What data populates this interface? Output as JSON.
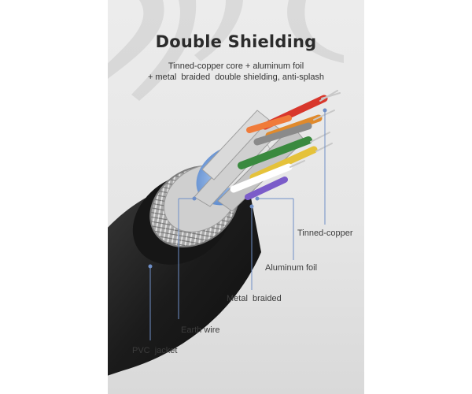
{
  "header": {
    "title": "Double Shielding",
    "subtitle_line1": "Tinned-copper core + aluminum foil",
    "subtitle_line2": "+ metal  braided  double shielding, anti-splash"
  },
  "callouts": {
    "tinned_copper": "Tinned-copper",
    "aluminum_foil": "Aluminum foil",
    "metal_braided": "Metal  braided",
    "earth_wire": "Earth wire",
    "pvc_jacket": "PVC  jacket"
  },
  "colors": {
    "background": "#e8e8e8",
    "jacket": "#1e1e1e",
    "braid": "#b9b9b9",
    "foil_blue": "#7aa6e0",
    "leader_line": "#6f8fc7",
    "wire_colors": [
      "#d8372c",
      "#3a8a3f",
      "#e08a2c",
      "#e5c23a",
      "#8a8a8a",
      "#ffffff",
      "#7b5cc9"
    ]
  }
}
